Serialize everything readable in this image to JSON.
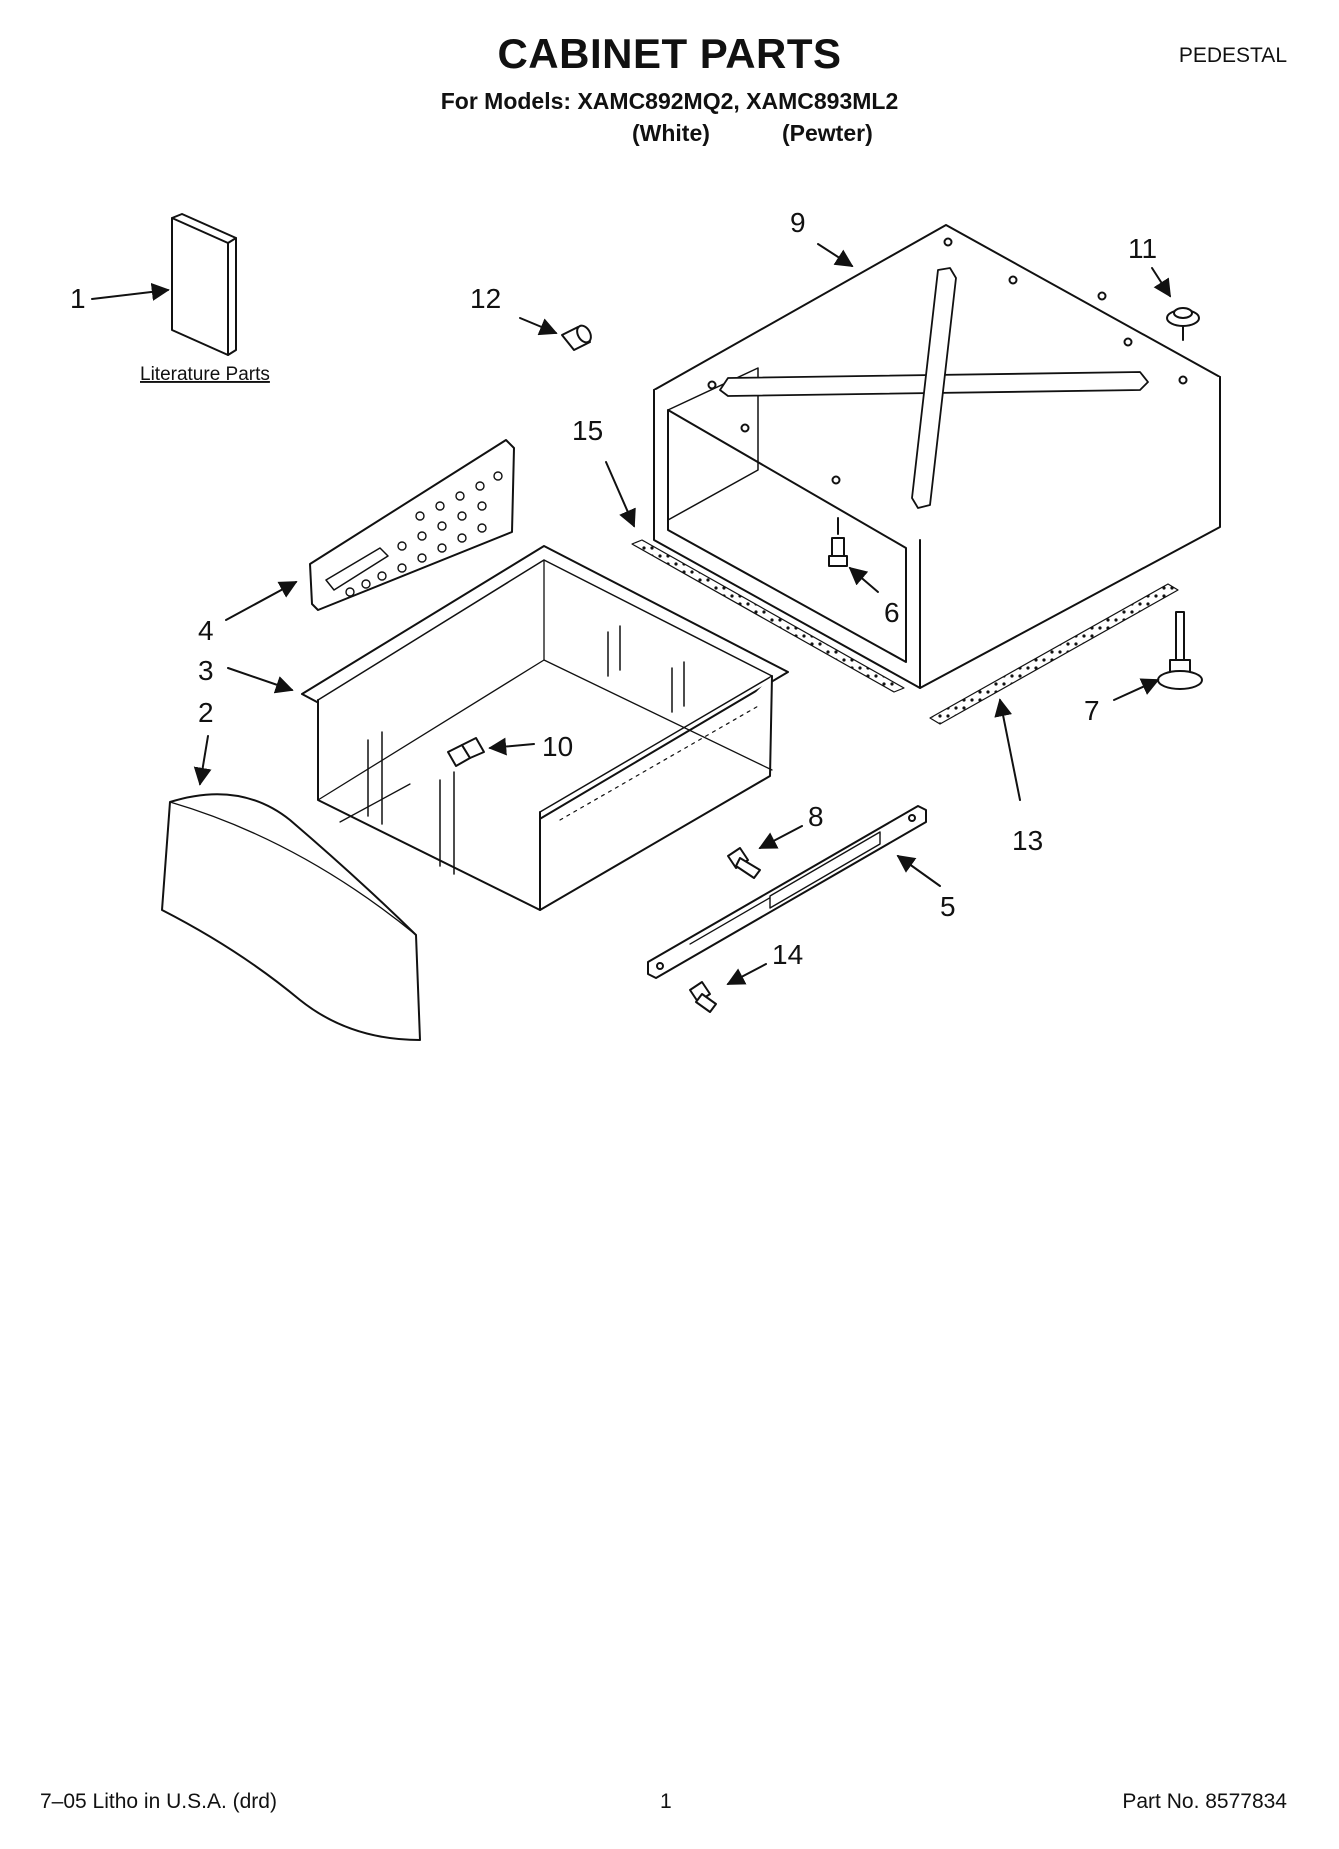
{
  "header": {
    "title": "CABINET PARTS",
    "models_line": "For Models: XAMC892MQ2, XAMC893ML2",
    "color_white": "(White)",
    "color_pewter": "(Pewter)",
    "section": "PEDESTAL"
  },
  "diagram": {
    "literature_label": "Literature Parts",
    "callouts": {
      "c1": "1",
      "c2": "2",
      "c3": "3",
      "c4": "4",
      "c5": "5",
      "c6": "6",
      "c7": "7",
      "c8": "8",
      "c9": "9",
      "c10": "10",
      "c11": "11",
      "c12": "12",
      "c13": "13",
      "c14": "14",
      "c15": "15"
    }
  },
  "footer": {
    "left": "7–05 Litho in U.S.A. (drd)",
    "center": "1",
    "right": "Part No. 8577834"
  }
}
